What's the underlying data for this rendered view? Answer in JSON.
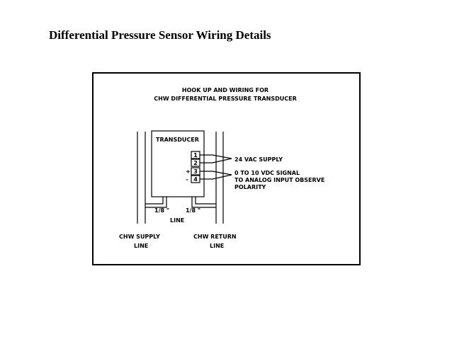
{
  "slide": {
    "title": "Differential Pressure Sensor Wiring Details"
  },
  "diagram": {
    "heading_line1": "HOOK UP AND WIRING FOR",
    "heading_line2": "CHW DIFFERENTIAL PRESSURE TRANSDUCER",
    "transducer_label": "TRANSDUCER",
    "terminals": [
      "1",
      "2",
      "3",
      "4"
    ],
    "plus_sign": "+",
    "minus_sign": "–",
    "supply_label": "24 VAC SUPPLY",
    "signal_line1": "0 TO 10 VDC SIGNAL",
    "signal_line2": "TO ANALOG INPUT OBSERVE",
    "signal_line3": "POLARITY",
    "tube_left": "1/8 \"",
    "tube_right": "1/8 \"",
    "tube_line": "LINE",
    "chw_supply_line1": "CHW SUPPLY",
    "chw_supply_line2": "LINE",
    "chw_return_line1": "CHW RETURN",
    "chw_return_line2": "LINE"
  }
}
